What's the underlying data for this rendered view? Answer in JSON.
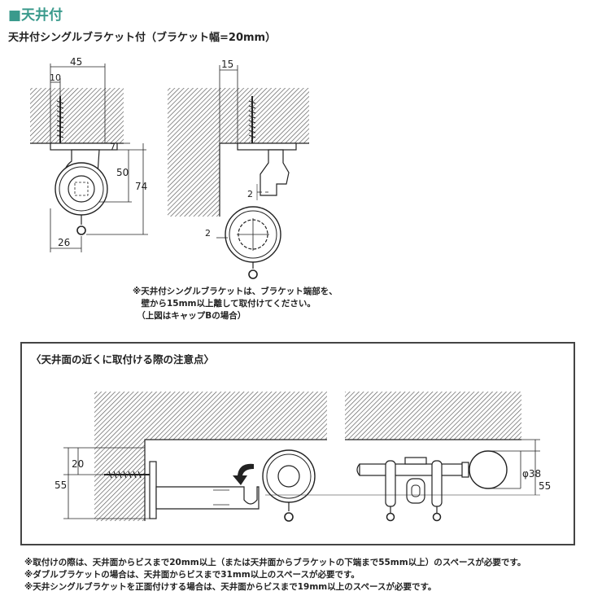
{
  "header": {
    "section_title": "■天井付",
    "subtitle": "天井付シングルブラケット付（ブラケット幅=20mm）"
  },
  "figure1": {
    "dim_width": "45",
    "dim_screw": "10",
    "dim_plate": "7",
    "dim_height": "50",
    "dim_total": "74",
    "dim_bottom": "26"
  },
  "figure2": {
    "dim_offset": "15",
    "dim_gap_upper": "2",
    "dim_gap_lower": "2"
  },
  "notes": [
    "※天井付シングルブラケットは、ブラケット端部を、",
    "　壁から15mm以上離して取付けてください。",
    "　（上図はキャップBの場合）"
  ],
  "caution": {
    "title": "〈天井面の近くに取付ける際の注意点〉",
    "dim_top": "20",
    "dim_left": "55",
    "dim_diameter": "φ38",
    "dim_right": "55"
  },
  "bottom_notes": [
    "※取付けの際は、天井面からビスまで20mm以上（または天井面からブラケットの下端まで55mm以上）のスペースが必要です。",
    "※ダブルブラケットの場合は、天井面からビスまで31mm以上のスペースが必要です。",
    "※天井シングルブラケットを正面付けする場合は、天井面からビスまで19mm以上のスペースが必要です。"
  ]
}
